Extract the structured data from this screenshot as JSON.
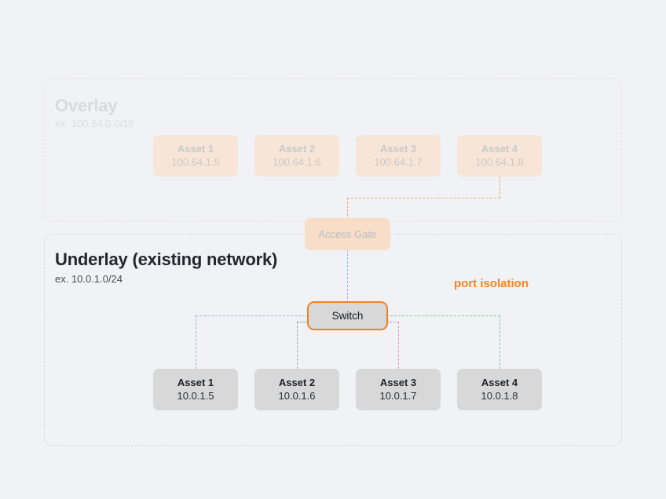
{
  "diagram": {
    "background_color": "#f0f2f5",
    "accent_color": "#f8851a"
  },
  "overlay": {
    "title": "Overlay",
    "subtitle": "ex. 100.64.0.0/16",
    "border_color": "#f3e0d2",
    "node_fill": "#f7e5d8",
    "nodes": [
      {
        "name": "Asset 1",
        "ip": "100.64.1.5"
      },
      {
        "name": "Asset 2",
        "ip": "100.64.1.6"
      },
      {
        "name": "Asset 3",
        "ip": "100.64.1.7"
      },
      {
        "name": "Asset 4",
        "ip": "100.64.1.8"
      }
    ]
  },
  "access_gate": {
    "label": "Access Gate",
    "fill": "#f8ddc8"
  },
  "underlay": {
    "title": "Underlay (existing network)",
    "subtitle": "ex. 10.0.1.0/24",
    "border_color": "#d5d8dd",
    "node_fill": "#d8d8d8",
    "nodes": [
      {
        "name": "Asset 1",
        "ip": "10.0.1.5"
      },
      {
        "name": "Asset 2",
        "ip": "10.0.1.6"
      },
      {
        "name": "Asset 3",
        "ip": "10.0.1.7"
      },
      {
        "name": "Asset 4",
        "ip": "10.0.1.8"
      }
    ]
  },
  "switch": {
    "label": "Switch",
    "border_color": "#f58220",
    "fill": "#d8d8d8"
  },
  "annotation": {
    "port_isolation": "port isolation",
    "color": "#f8851a"
  },
  "links": [
    {
      "from": "overlay-asset-4",
      "to": "access-gate",
      "color": "#f0a868",
      "style": "dashed"
    },
    {
      "from": "access-gate",
      "to": "switch",
      "color": "#8cb9ef",
      "style": "dashed"
    },
    {
      "from": "switch",
      "to": "underlay-asset-1",
      "color": "#8cb9ef",
      "style": "dashed"
    },
    {
      "from": "switch",
      "to": "underlay-asset-2",
      "color": "#9aa0a8",
      "style": "dashed"
    },
    {
      "from": "switch",
      "to": "underlay-asset-3",
      "color": "#f489b4",
      "style": "dashed"
    },
    {
      "from": "switch",
      "to": "underlay-asset-4",
      "color": "#74d18a",
      "style": "dashed"
    }
  ]
}
